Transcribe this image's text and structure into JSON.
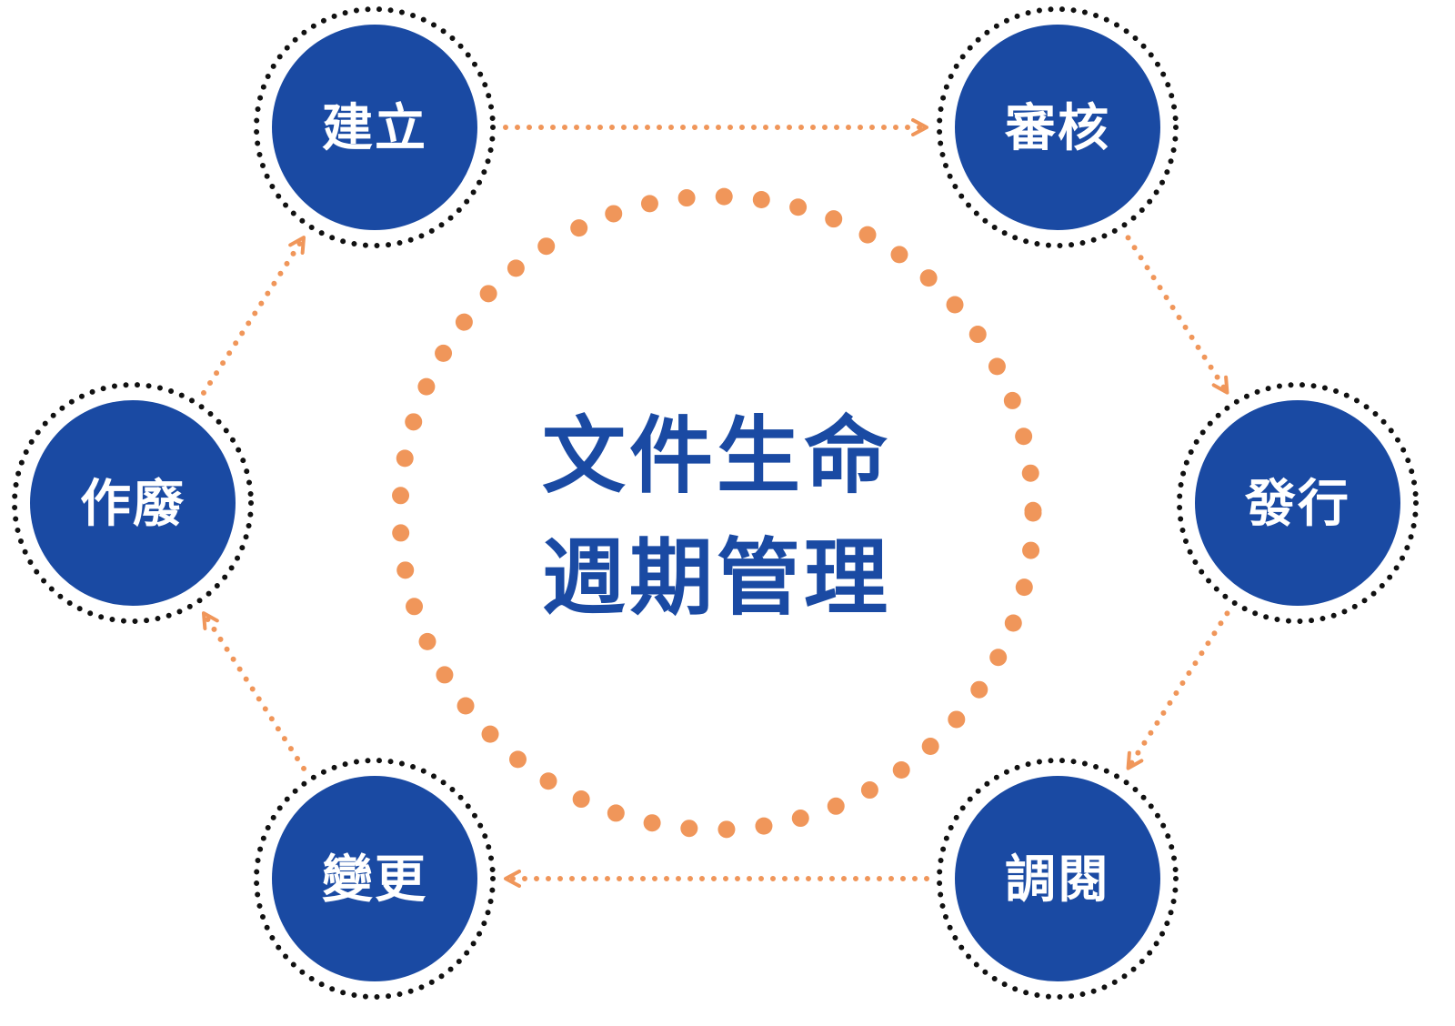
{
  "diagram": {
    "center": {
      "line1": "文件生命",
      "line2": "週期管理"
    },
    "nodes": [
      {
        "id": "create",
        "label": "建立"
      },
      {
        "id": "review",
        "label": "審核"
      },
      {
        "id": "issue",
        "label": "發行"
      },
      {
        "id": "access",
        "label": "調閱"
      },
      {
        "id": "change",
        "label": "變更"
      },
      {
        "id": "void",
        "label": "作廢"
      }
    ],
    "flow": [
      "create",
      "review",
      "issue",
      "access",
      "change",
      "void",
      "create"
    ]
  },
  "colors": {
    "node_fill": "#1a4aa3",
    "node_text": "#ffffff",
    "node_ring": "#111111",
    "connector": "#f0965a",
    "center_ring": "#f0965a",
    "center_text": "#1a4aa3"
  }
}
